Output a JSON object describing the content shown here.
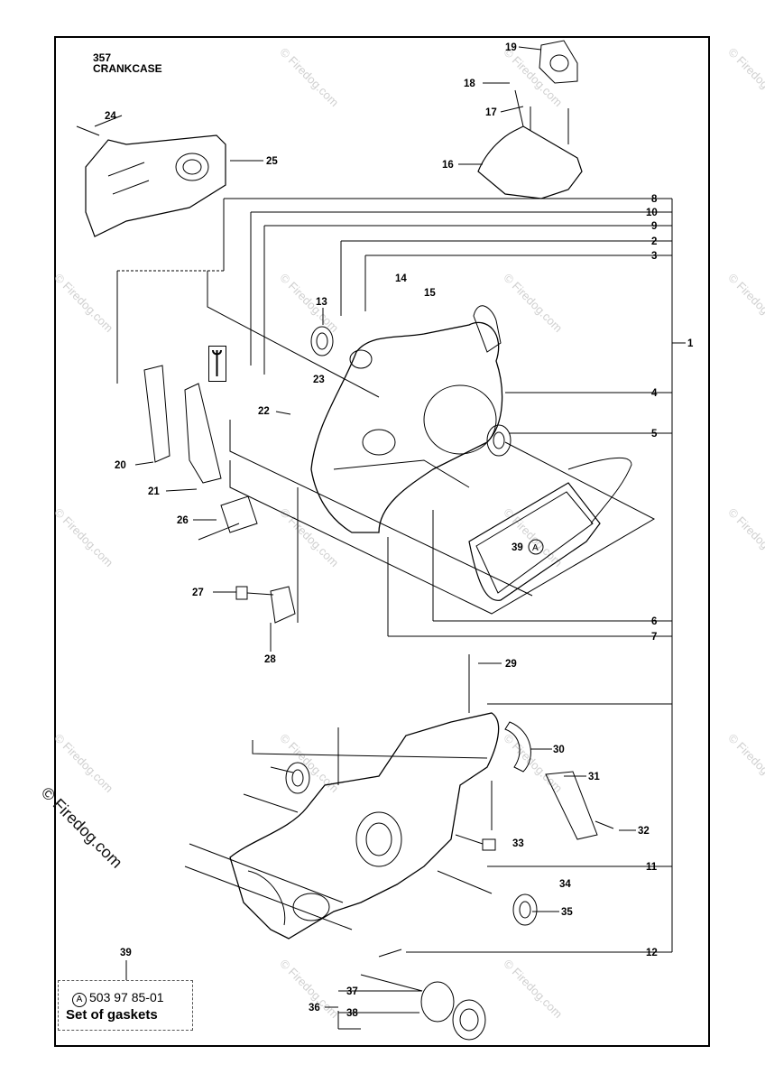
{
  "header": {
    "model": "357",
    "section": "CRANKCASE"
  },
  "watermark": "© Firedog.com",
  "copyright": "© Firedog.com",
  "callouts": [
    {
      "id": "c19",
      "label": "19"
    },
    {
      "id": "c18",
      "label": "18"
    },
    {
      "id": "c17",
      "label": "17"
    },
    {
      "id": "c16",
      "label": "16"
    },
    {
      "id": "c24",
      "label": "24"
    },
    {
      "id": "c25",
      "label": "25"
    },
    {
      "id": "c8",
      "label": "8"
    },
    {
      "id": "c10",
      "label": "10"
    },
    {
      "id": "c9",
      "label": "9"
    },
    {
      "id": "c2",
      "label": "2"
    },
    {
      "id": "c3",
      "label": "3"
    },
    {
      "id": "c14",
      "label": "14"
    },
    {
      "id": "c15",
      "label": "15"
    },
    {
      "id": "c13",
      "label": "13"
    },
    {
      "id": "c1",
      "label": "1"
    },
    {
      "id": "c23",
      "label": "23"
    },
    {
      "id": "c22",
      "label": "22"
    },
    {
      "id": "c4",
      "label": "4"
    },
    {
      "id": "c5",
      "label": "5"
    },
    {
      "id": "c20",
      "label": "20"
    },
    {
      "id": "c21",
      "label": "21"
    },
    {
      "id": "c26",
      "label": "26"
    },
    {
      "id": "c39a",
      "label": "39"
    },
    {
      "id": "c27",
      "label": "27"
    },
    {
      "id": "c28",
      "label": "28"
    },
    {
      "id": "c6",
      "label": "6"
    },
    {
      "id": "c7",
      "label": "7"
    },
    {
      "id": "c29",
      "label": "29"
    },
    {
      "id": "c30",
      "label": "30"
    },
    {
      "id": "c31",
      "label": "31"
    },
    {
      "id": "c32",
      "label": "32"
    },
    {
      "id": "c33",
      "label": "33"
    },
    {
      "id": "c11",
      "label": "11"
    },
    {
      "id": "c34",
      "label": "34"
    },
    {
      "id": "c35",
      "label": "35"
    },
    {
      "id": "c12",
      "label": "12"
    },
    {
      "id": "c39",
      "label": "39"
    },
    {
      "id": "c37",
      "label": "37"
    },
    {
      "id": "c36",
      "label": "36"
    },
    {
      "id": "c38",
      "label": "38"
    }
  ],
  "kit": {
    "marker": "A",
    "part_number": "503 97 85-01",
    "name": "Set of gaskets"
  }
}
